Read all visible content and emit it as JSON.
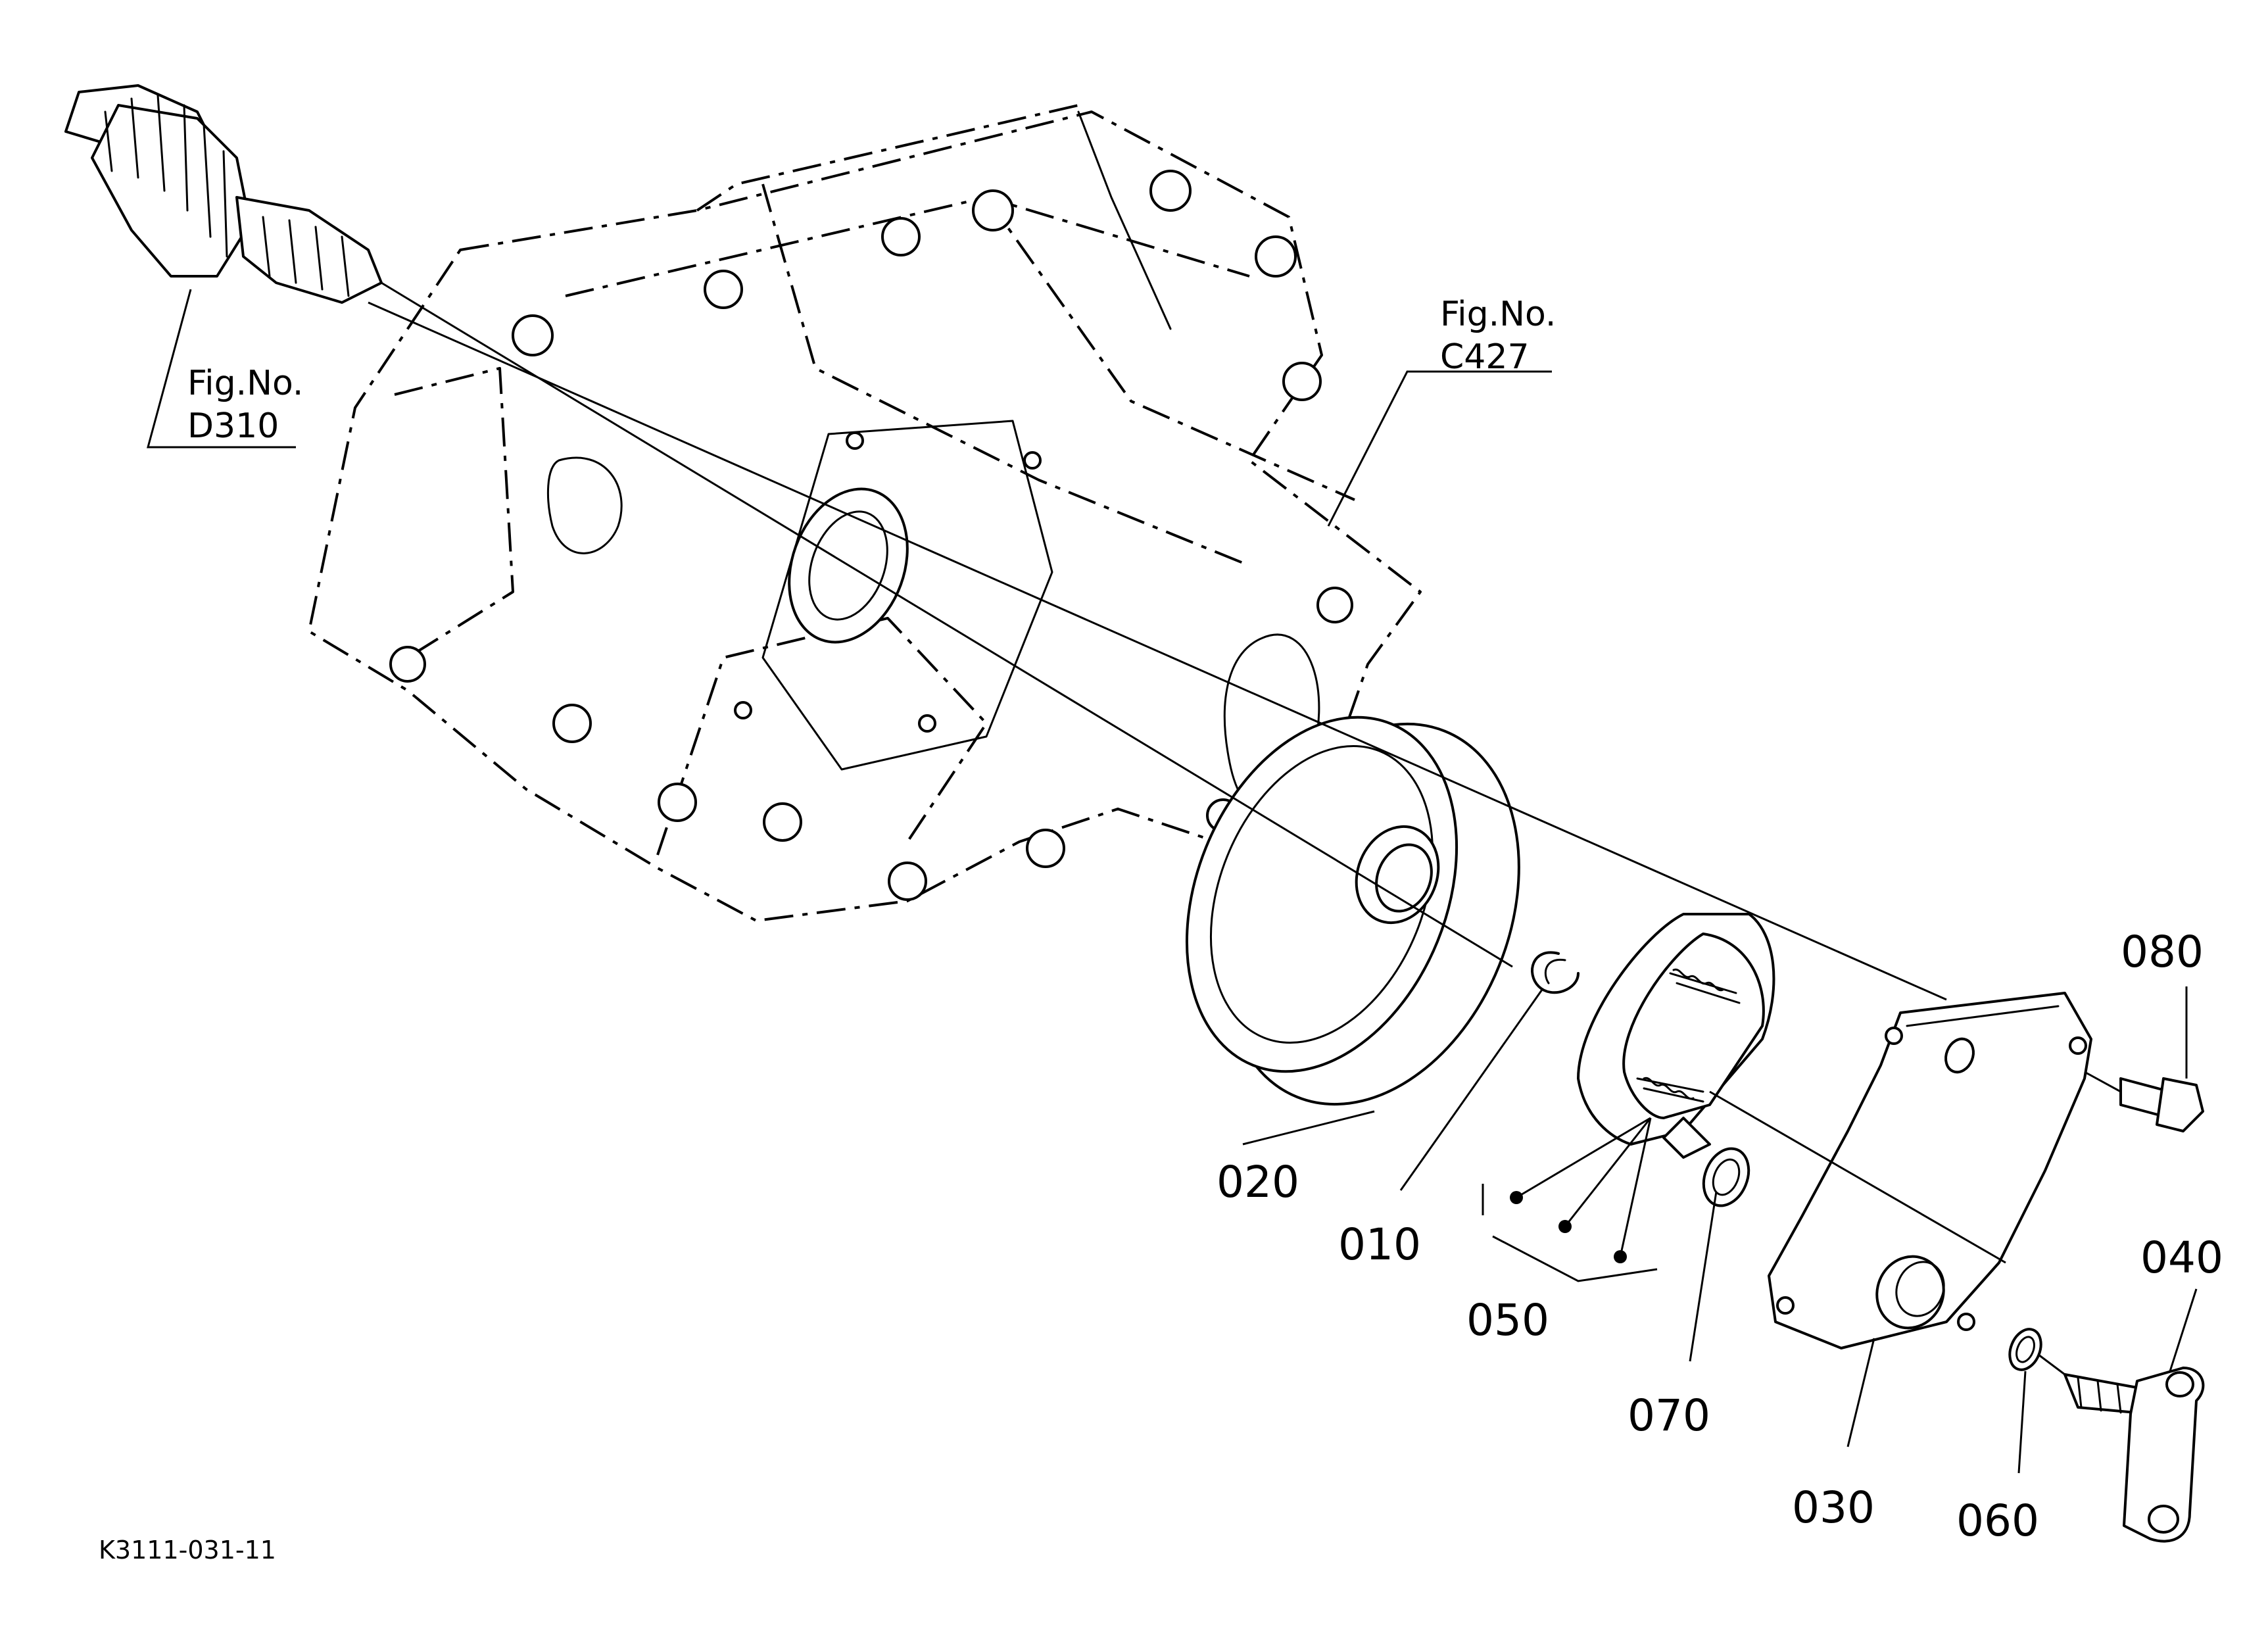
{
  "diagram": {
    "drawing_code": "K3111-031-11",
    "figure_references": [
      {
        "line1": "Fig.No.",
        "line2": "D310"
      },
      {
        "line1": "Fig.No.",
        "line2": "C427"
      }
    ],
    "callouts": [
      "010",
      "020",
      "030",
      "040",
      "050",
      "060",
      "070",
      "080"
    ]
  }
}
